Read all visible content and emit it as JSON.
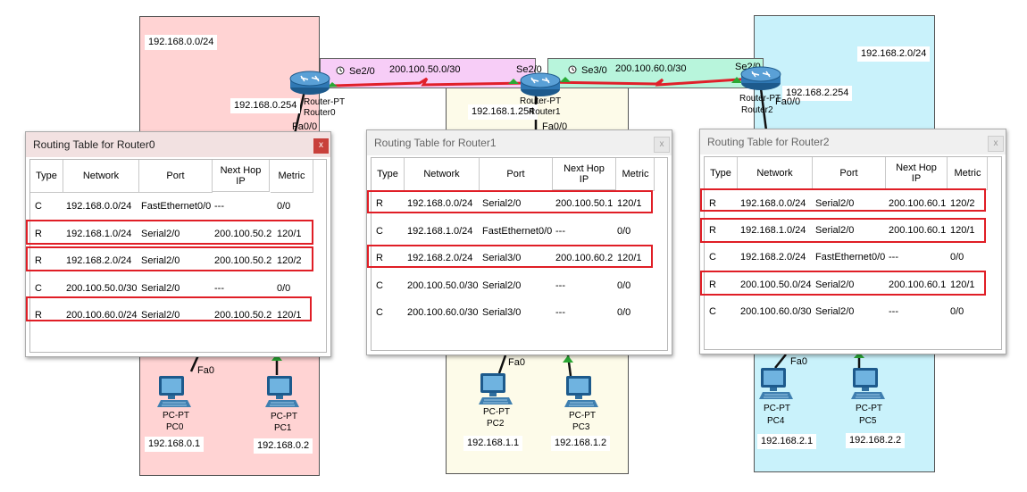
{
  "networks": {
    "left_net": "192.168.0.0/24",
    "right_net": "192.168.2.0/24",
    "wan_left": "200.100.50.0/30",
    "wan_right": "200.100.60.0/30"
  },
  "router0": {
    "gateway": "192.168.0.254",
    "type": "Router-PT",
    "name": "Router0",
    "port_se": "Se2/0",
    "port_fa": "Fa0/0"
  },
  "router1": {
    "gateway": "192.168.1.254",
    "type": "Router-PT",
    "name": "Router1",
    "port_se_left": "Se2/0",
    "port_se_right": "Se3/0",
    "port_fa": "Fa0/0"
  },
  "router2": {
    "gateway": "192.168.2.254",
    "type": "Router-PT",
    "name": "Router2",
    "port_se": "Se2/0",
    "port_fa": "Fa0/0"
  },
  "pcs": [
    {
      "type": "PC-PT",
      "name": "PC0",
      "ip": "192.168.0.1",
      "port": "Fa0"
    },
    {
      "type": "PC-PT",
      "name": "PC1",
      "ip": "192.168.0.2"
    },
    {
      "type": "PC-PT",
      "name": "PC2",
      "ip": "192.168.1.1",
      "port": "Fa0"
    },
    {
      "type": "PC-PT",
      "name": "PC3",
      "ip": "192.168.1.2"
    },
    {
      "type": "PC-PT",
      "name": "PC4",
      "ip": "192.168.2.1",
      "port": "Fa0"
    },
    {
      "type": "PC-PT",
      "name": "PC5",
      "ip": "192.168.2.2"
    }
  ],
  "tables": [
    {
      "title": "Routing Table for Router0",
      "close": "x",
      "headers": [
        "Type",
        "Network",
        "Port",
        "Next Hop IP",
        "Metric"
      ],
      "rows": [
        [
          "C",
          "192.168.0.0/24",
          "FastEthernet0/0",
          "---",
          "0/0"
        ],
        [
          "R",
          "192.168.1.0/24",
          "Serial2/0",
          "200.100.50.2",
          "120/1"
        ],
        [
          "R",
          "192.168.2.0/24",
          "Serial2/0",
          "200.100.50.2",
          "120/2"
        ],
        [
          "C",
          "200.100.50.0/30",
          "Serial2/0",
          "---",
          "0/0"
        ],
        [
          "R",
          "200.100.60.0/24",
          "Serial2/0",
          "200.100.50.2",
          "120/1"
        ]
      ]
    },
    {
      "title": "Routing Table for Router1",
      "close": "x",
      "headers": [
        "Type",
        "Network",
        "Port",
        "Next Hop IP",
        "Metric"
      ],
      "rows": [
        [
          "R",
          "192.168.0.0/24",
          "Serial2/0",
          "200.100.50.1",
          "120/1"
        ],
        [
          "C",
          "192.168.1.0/24",
          "FastEthernet0/0",
          "---",
          "0/0"
        ],
        [
          "R",
          "192.168.2.0/24",
          "Serial3/0",
          "200.100.60.2",
          "120/1"
        ],
        [
          "C",
          "200.100.50.0/30",
          "Serial2/0",
          "---",
          "0/0"
        ],
        [
          "C",
          "200.100.60.0/30",
          "Serial3/0",
          "---",
          "0/0"
        ]
      ]
    },
    {
      "title": "Routing Table for Router2",
      "close": "x",
      "headers": [
        "Type",
        "Network",
        "Port",
        "Next Hop IP",
        "Metric"
      ],
      "rows": [
        [
          "R",
          "192.168.0.0/24",
          "Serial2/0",
          "200.100.60.1",
          "120/2"
        ],
        [
          "R",
          "192.168.1.0/24",
          "Serial2/0",
          "200.100.60.1",
          "120/1"
        ],
        [
          "C",
          "192.168.2.0/24",
          "FastEthernet0/0",
          "---",
          "0/0"
        ],
        [
          "R",
          "200.100.50.0/24",
          "Serial2/0",
          "200.100.60.1",
          "120/1"
        ],
        [
          "C",
          "200.100.60.0/30",
          "Serial2/0",
          "---",
          "0/0"
        ]
      ]
    }
  ],
  "colors": {
    "lan_left": "#ffd3d3",
    "lan_mid": "#fdfbe9",
    "lan_right": "#c9f2fb",
    "wan_left": "#f7cdf7",
    "wan_right": "#b8f5dc",
    "serial_link": "#e0202a",
    "highlight": "#e01e26",
    "port_up": "#2aa834"
  },
  "icons": [
    "router-icon",
    "pc-icon",
    "clock-icon",
    "close-icon"
  ]
}
